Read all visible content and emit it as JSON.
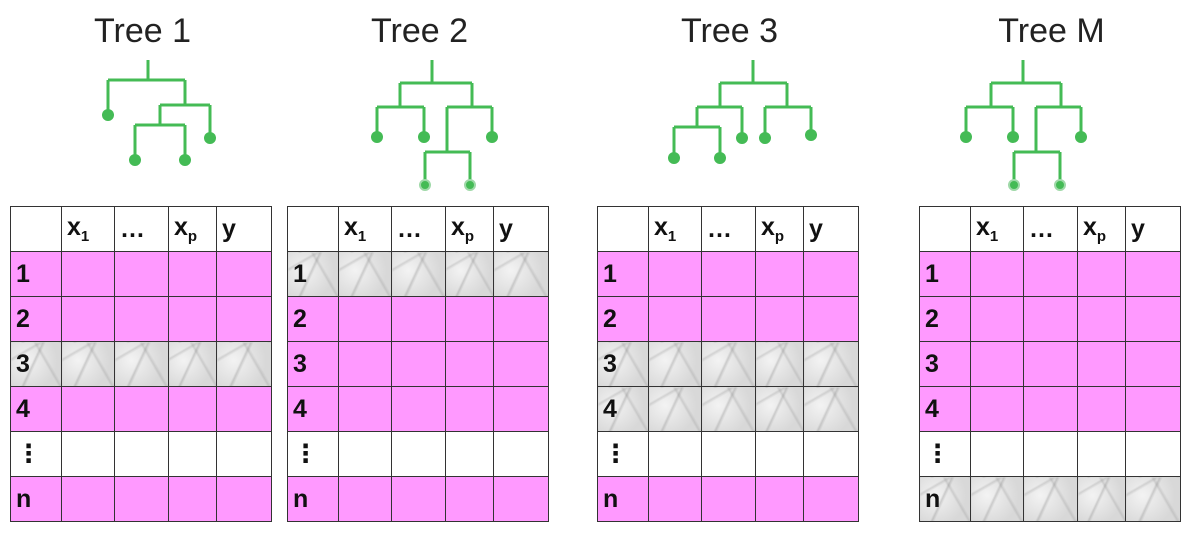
{
  "colors": {
    "tree": "#44bb55",
    "in_bag": "#ff99ff",
    "out_of_bag": "#e3e3e3",
    "border": "#333333"
  },
  "row_labels": [
    "1",
    "2",
    "3",
    "4",
    "⋮",
    "n"
  ],
  "header": {
    "x1_main": "x",
    "x1_sub": "1",
    "dots": "…",
    "xp_main": "x",
    "xp_sub": "p",
    "y": "y"
  },
  "trees": [
    {
      "title": "Tree 1",
      "rows": [
        "in",
        "in",
        "out",
        "in",
        "blank",
        "in"
      ]
    },
    {
      "title": "Tree 2",
      "rows": [
        "out",
        "in",
        "in",
        "in",
        "blank",
        "in"
      ]
    },
    {
      "title": "Tree 3",
      "rows": [
        "in",
        "in",
        "out",
        "out",
        "blank",
        "in"
      ]
    },
    {
      "title": "Tree M",
      "rows": [
        "in",
        "in",
        "in",
        "in",
        "blank",
        "out"
      ]
    }
  ]
}
